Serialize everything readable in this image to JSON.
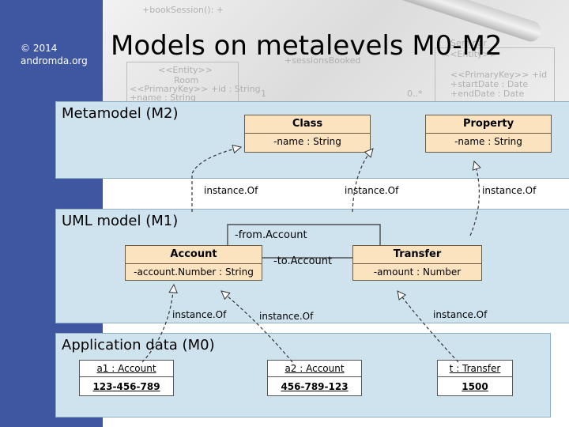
{
  "copyright": "© 2014",
  "site": "andromda.org",
  "title": "Models on metalevels M0-M2",
  "background_photo": {
    "snippets": [
      "+bookSession(): +",
      "+sessionsBooked",
      "<<Entity>>",
      "Room",
      "<<PrimaryKey>> +id : String",
      "+name : String",
      "<<Entity>>",
      "Seminar",
      "<<PrimaryKey>> +id",
      "+startDate : Date",
      "+endDate : Date",
      "1",
      "0..*"
    ]
  },
  "metamodel": {
    "title": "Metamodel (M2)",
    "class_box": {
      "name": "Class",
      "attr": "-name : String"
    },
    "property_box": {
      "name": "Property",
      "attr": "-name : String"
    },
    "instance_labels": [
      "instance.Of",
      "instance.Of",
      "instance.Of"
    ]
  },
  "uml": {
    "title": "UML model (M1)",
    "from_label": "-from.Account",
    "to_label": "-to.Account",
    "account_box": {
      "name": "Account",
      "attr": "-account.Number : String"
    },
    "transfer_box": {
      "name": "Transfer",
      "attr": "-amount : Number"
    },
    "instance_labels": [
      "instance.Of",
      "instance.Of",
      "instance.Of"
    ]
  },
  "appdata": {
    "title": "Application data (M0)",
    "objects": [
      {
        "name": "a1 : Account",
        "value": "123-456-789"
      },
      {
        "name": "a2 : Account",
        "value": "456-789-123"
      },
      {
        "name": "t : Transfer",
        "value": "1500"
      }
    ]
  },
  "colors": {
    "sidebar": "#3f57a0",
    "panel": "#cfe3ef",
    "classbox": "#fbe3bf"
  }
}
